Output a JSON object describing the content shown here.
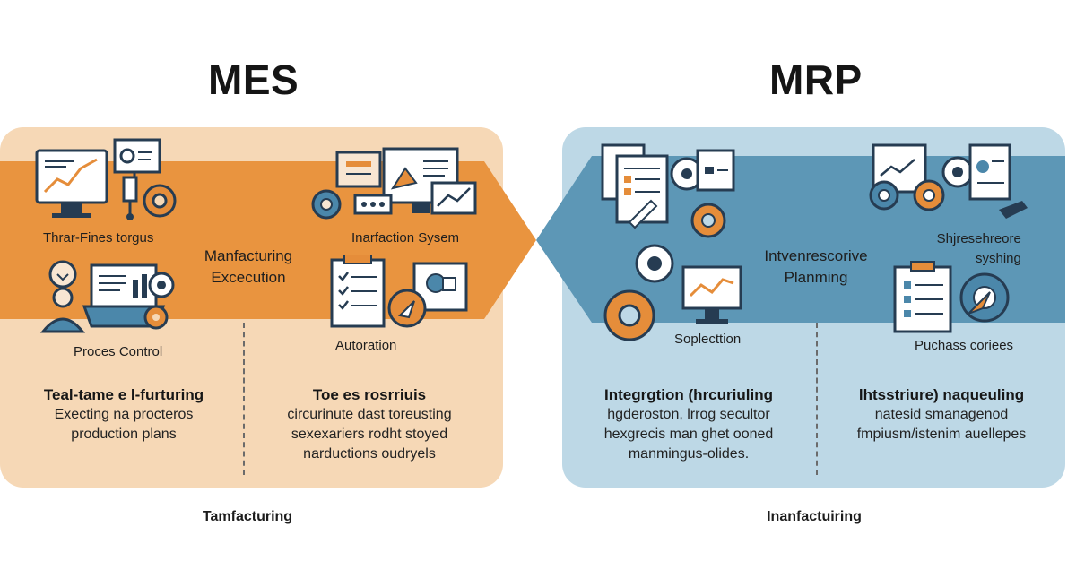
{
  "titles": {
    "mes": "MES",
    "mrp": "MRP"
  },
  "mes": {
    "band_title_line1": "Manfacturing",
    "band_title_line2": "Excecution",
    "icon_labels": {
      "top_left": "Thrar-Fines torgus",
      "top_right": "Inarfaction Sysem",
      "bottom_left": "Proces Control",
      "bottom_right": "Autoration"
    },
    "desc_left": {
      "heading": "Teal-tame e l-furturing",
      "line1": "Execting na procteros",
      "line2": "production plans"
    },
    "desc_right": {
      "heading": "Toe es rosrriuis",
      "line1": "circurinute dast toreusting",
      "line2": "sexexariers rodht stoyed",
      "line3": "narductions oudryels"
    },
    "footer": "Tamfacturing"
  },
  "mrp": {
    "band_title_line1": "Intvenrescorive",
    "band_title_line2": "Planming",
    "icon_labels": {
      "top_right_line1": "Shjresehreore",
      "top_right_line2": "syshing",
      "bottom_left": "Soplecttion",
      "bottom_right": "Puchass coriees"
    },
    "desc_left": {
      "heading": "Integrgtion (hrcuriuling",
      "line1": "hgderoston, lrrog secultor",
      "line2": "hexgrecis man ghet ooned",
      "line3": "manmingus-olides."
    },
    "desc_right": {
      "heading": "lhtsstriure) naqueuling",
      "line1": "natesid smanagenod",
      "line2": "fmpiusm/istenim auellepes"
    },
    "footer": "Inanfactuiring"
  },
  "colors": {
    "mes_panel": "#f6d8b6",
    "mes_band": "#e9943f",
    "mrp_panel": "#bdd8e6",
    "mrp_band": "#5d97b6",
    "icon_stroke": "#263c52",
    "icon_orange": "#e58d3a",
    "icon_blue": "#4b87aa"
  }
}
